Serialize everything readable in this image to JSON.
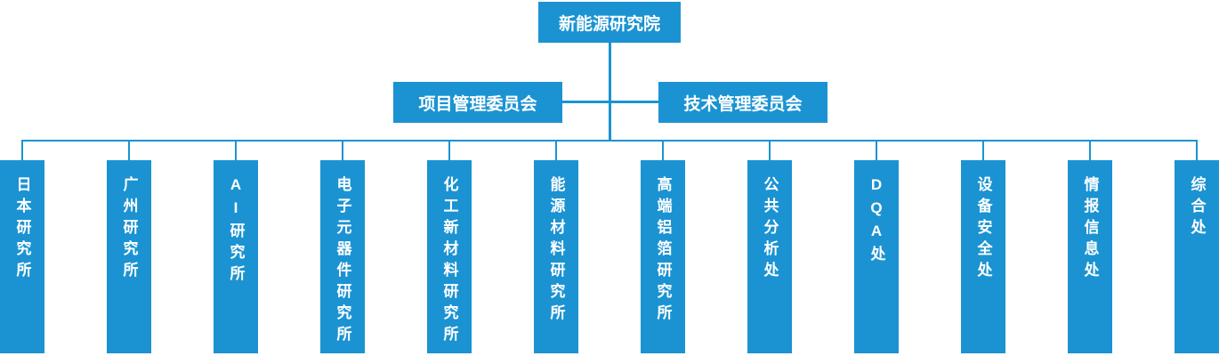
{
  "colors": {
    "box_blue": "#1b93d2",
    "line_blue": "#1b93d2",
    "text_white": "#ffffff"
  },
  "org_chart": {
    "root": {
      "label": "新能源研究院"
    },
    "committees": [
      {
        "label": "项目管理委员会"
      },
      {
        "label": "技术管理委员会"
      }
    ],
    "departments": [
      {
        "label": "日本研究所"
      },
      {
        "label": "广州研究所"
      },
      {
        "label": "AI研究所"
      },
      {
        "label": "电子元器件研究所"
      },
      {
        "label": "化工新材料研究所"
      },
      {
        "label": "能源材料研究所"
      },
      {
        "label": "高端铝箔研究所"
      },
      {
        "label": "公共分析处"
      },
      {
        "label": "DQA处"
      },
      {
        "label": "设备安全处"
      },
      {
        "label": "情报信息处"
      },
      {
        "label": "综合处"
      }
    ]
  }
}
